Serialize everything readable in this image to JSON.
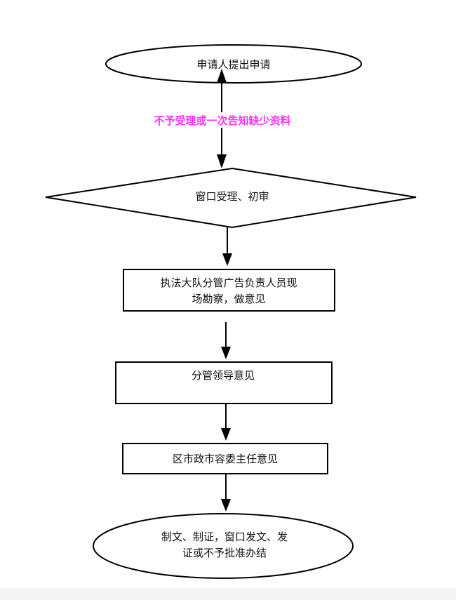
{
  "colors": {
    "line": "#000000",
    "note": "#ff33ff"
  },
  "nodes": {
    "start": {
      "lines": [
        "申请人提出申请"
      ]
    },
    "window_review": {
      "lines": [
        "窗口受理、初审"
      ]
    },
    "site_survey": {
      "lines": [
        "执法大队分管广告负责人员现",
        "场勘察，做意见"
      ]
    },
    "leader_opinion": {
      "lines": [
        "分管领导意见"
      ]
    },
    "director_opinion": {
      "lines": [
        "区市政市容委主任意见"
      ]
    },
    "end": {
      "lines": [
        "制文、制证，窗口发文、发",
        "证或不予批准办结"
      ]
    }
  },
  "edges": {
    "return_note": "不予受理或一次告知缺少资料"
  }
}
